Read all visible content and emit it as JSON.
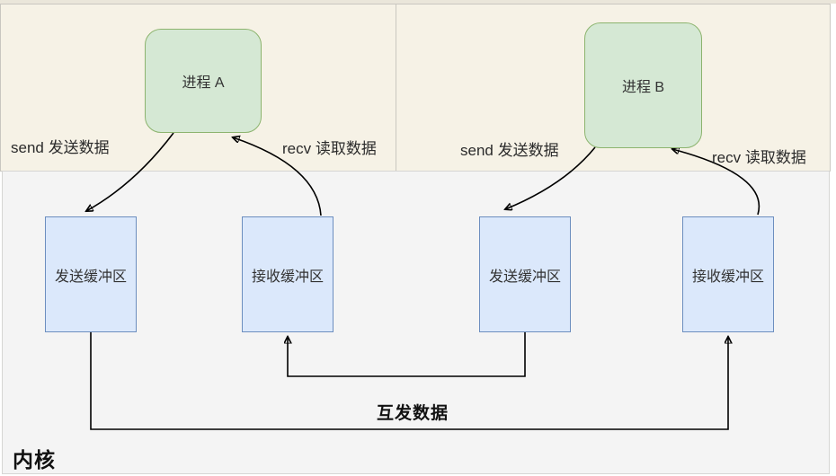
{
  "nodes": {
    "process_a": {
      "label": "进程 A"
    },
    "process_b": {
      "label": "进程 B"
    },
    "send_buffer_a": {
      "label": "发送缓冲区"
    },
    "recv_buffer_a": {
      "label": "接收缓冲区"
    },
    "send_buffer_b": {
      "label": "发送缓冲区"
    },
    "recv_buffer_b": {
      "label": "接收缓冲区"
    }
  },
  "edge_labels": {
    "send_a": "send 发送数据",
    "recv_a": "recv 读取数据",
    "send_b": "send 发送数据",
    "recv_b": "recv 读取数据",
    "mutual_transfer": "互发数据"
  },
  "region_labels": {
    "kernel": "内核"
  },
  "colors": {
    "user_space_bg": "#f6f2e6",
    "top_strip": "#eae6da",
    "panel_border": "#c9c7c0",
    "kernel_bg": "#f4f4f4",
    "kernel_border": "#d6d6d4",
    "process_fill": "#d5e8d4",
    "process_border": "#8cb46e",
    "buffer_fill": "#dbe8fb",
    "buffer_border": "#6c8ebf",
    "edge_stroke": "#000000"
  }
}
